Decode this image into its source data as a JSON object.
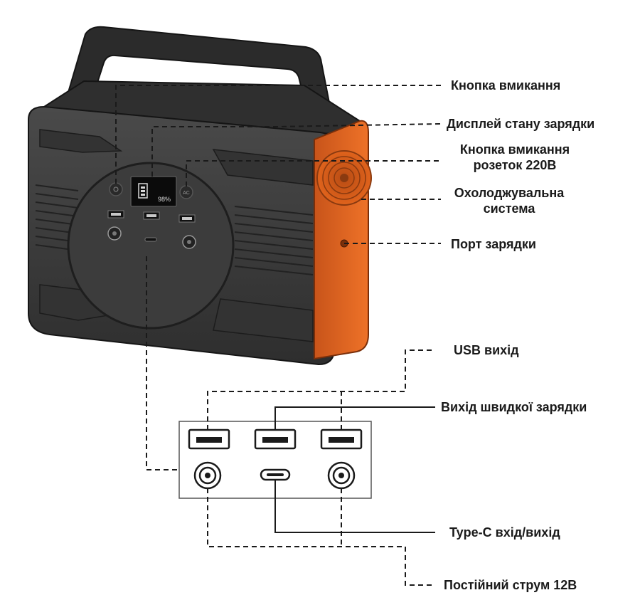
{
  "labels": {
    "power_button": "Кнопка вмикання",
    "charge_display": "Дисплей стану  зарядки",
    "ac_button_line1": "Кнопка вмикання",
    "ac_button_line2": "розеток 220В",
    "cooling_line1": "Охолоджувальна",
    "cooling_line2": "система",
    "charging_port": "Порт зарядки",
    "usb_out": "USB вихід",
    "fast_charge_out": "Вихід швидкої зарядки",
    "typec_io": "Type-C вхід/вихід",
    "dc_12v": "Постійний струм 12В"
  },
  "device_display": {
    "percent": "98%"
  },
  "colors": {
    "body": "#3a3a3a",
    "body_dark": "#262626",
    "accent_orange": "#e0631c",
    "line": "#1a1a1a"
  }
}
